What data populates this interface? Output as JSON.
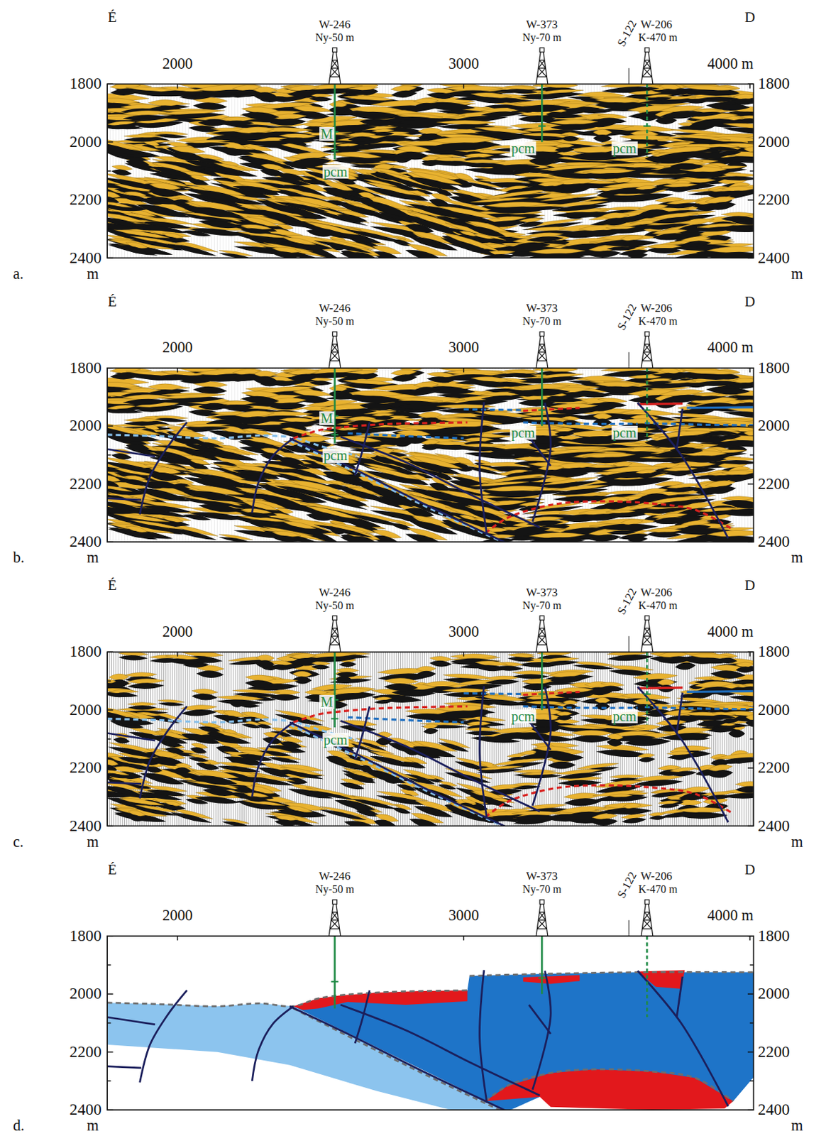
{
  "diagram": {
    "labels": [
      "É",
      "D",
      "W-246",
      "Ny-50 m",
      "W-373",
      "Ny-70 m",
      "S-122",
      "W-206",
      "K-470 m",
      "2000",
      "3000",
      "4000 m",
      "1800",
      "2000",
      "2200",
      "2400",
      "1800",
      "2000",
      "2200",
      "2400",
      "m",
      "m",
      "a.",
      "M",
      "pcm",
      "pcm",
      "pcm",
      "É",
      "D",
      "W-246",
      "Ny-50 m",
      "W-373",
      "Ny-70 m",
      "S-122",
      "W-206",
      "K-470 m",
      "2000",
      "3000",
      "4000 m",
      "1800",
      "2000",
      "2200",
      "2400",
      "1800",
      "2000",
      "2200",
      "2400",
      "m",
      "m",
      "b.",
      "M",
      "pcm",
      "pcm",
      "pcm",
      "É",
      "D",
      "W-246",
      "Ny-50 m",
      "W-373",
      "Ny-70 m",
      "S-122",
      "W-206",
      "K-470 m",
      "2000",
      "3000",
      "4000 m",
      "1800",
      "2000",
      "2200",
      "2400",
      "1800",
      "2000",
      "2200",
      "2400",
      "m",
      "m",
      "c.",
      "M",
      "pcm",
      "pcm",
      "pcm",
      "É",
      "D",
      "W-246",
      "Ny-50 m",
      "W-373",
      "Ny-70 m",
      "S-122",
      "W-206",
      "K-470 m",
      "2000",
      "3000",
      "4000 m",
      "1800",
      "2000",
      "2200",
      "2400",
      "1800",
      "2000",
      "2200",
      "2400",
      "m",
      "m",
      "d."
    ]
  }
}
